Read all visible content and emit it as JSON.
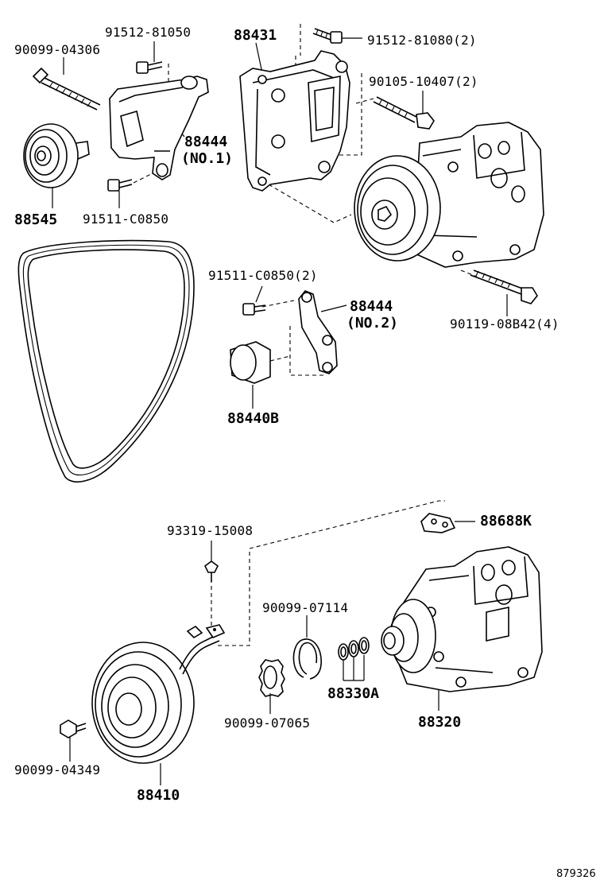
{
  "diagram": {
    "image_code": "879326",
    "labels": {
      "p1": "91512-81050",
      "p2": "90099-04306",
      "p3": "88431",
      "p4": "91512-81080(2)",
      "p5": "90105-10407(2)",
      "p6": "88444",
      "p6b": "(NO.1)",
      "p7": "88545",
      "p8": "91511-C0850",
      "p9": "91511-C0850(2)",
      "p10": "88444",
      "p10b": "(NO.2)",
      "p11": "90119-08B42(4)",
      "p12": "88440B",
      "p13": "88688K",
      "p14": "93319-15008",
      "p15": "90099-07114",
      "p16": "88330A",
      "p17": "88320",
      "p18": "90099-07065",
      "p19": "90099-04349",
      "p20": "88410"
    }
  }
}
